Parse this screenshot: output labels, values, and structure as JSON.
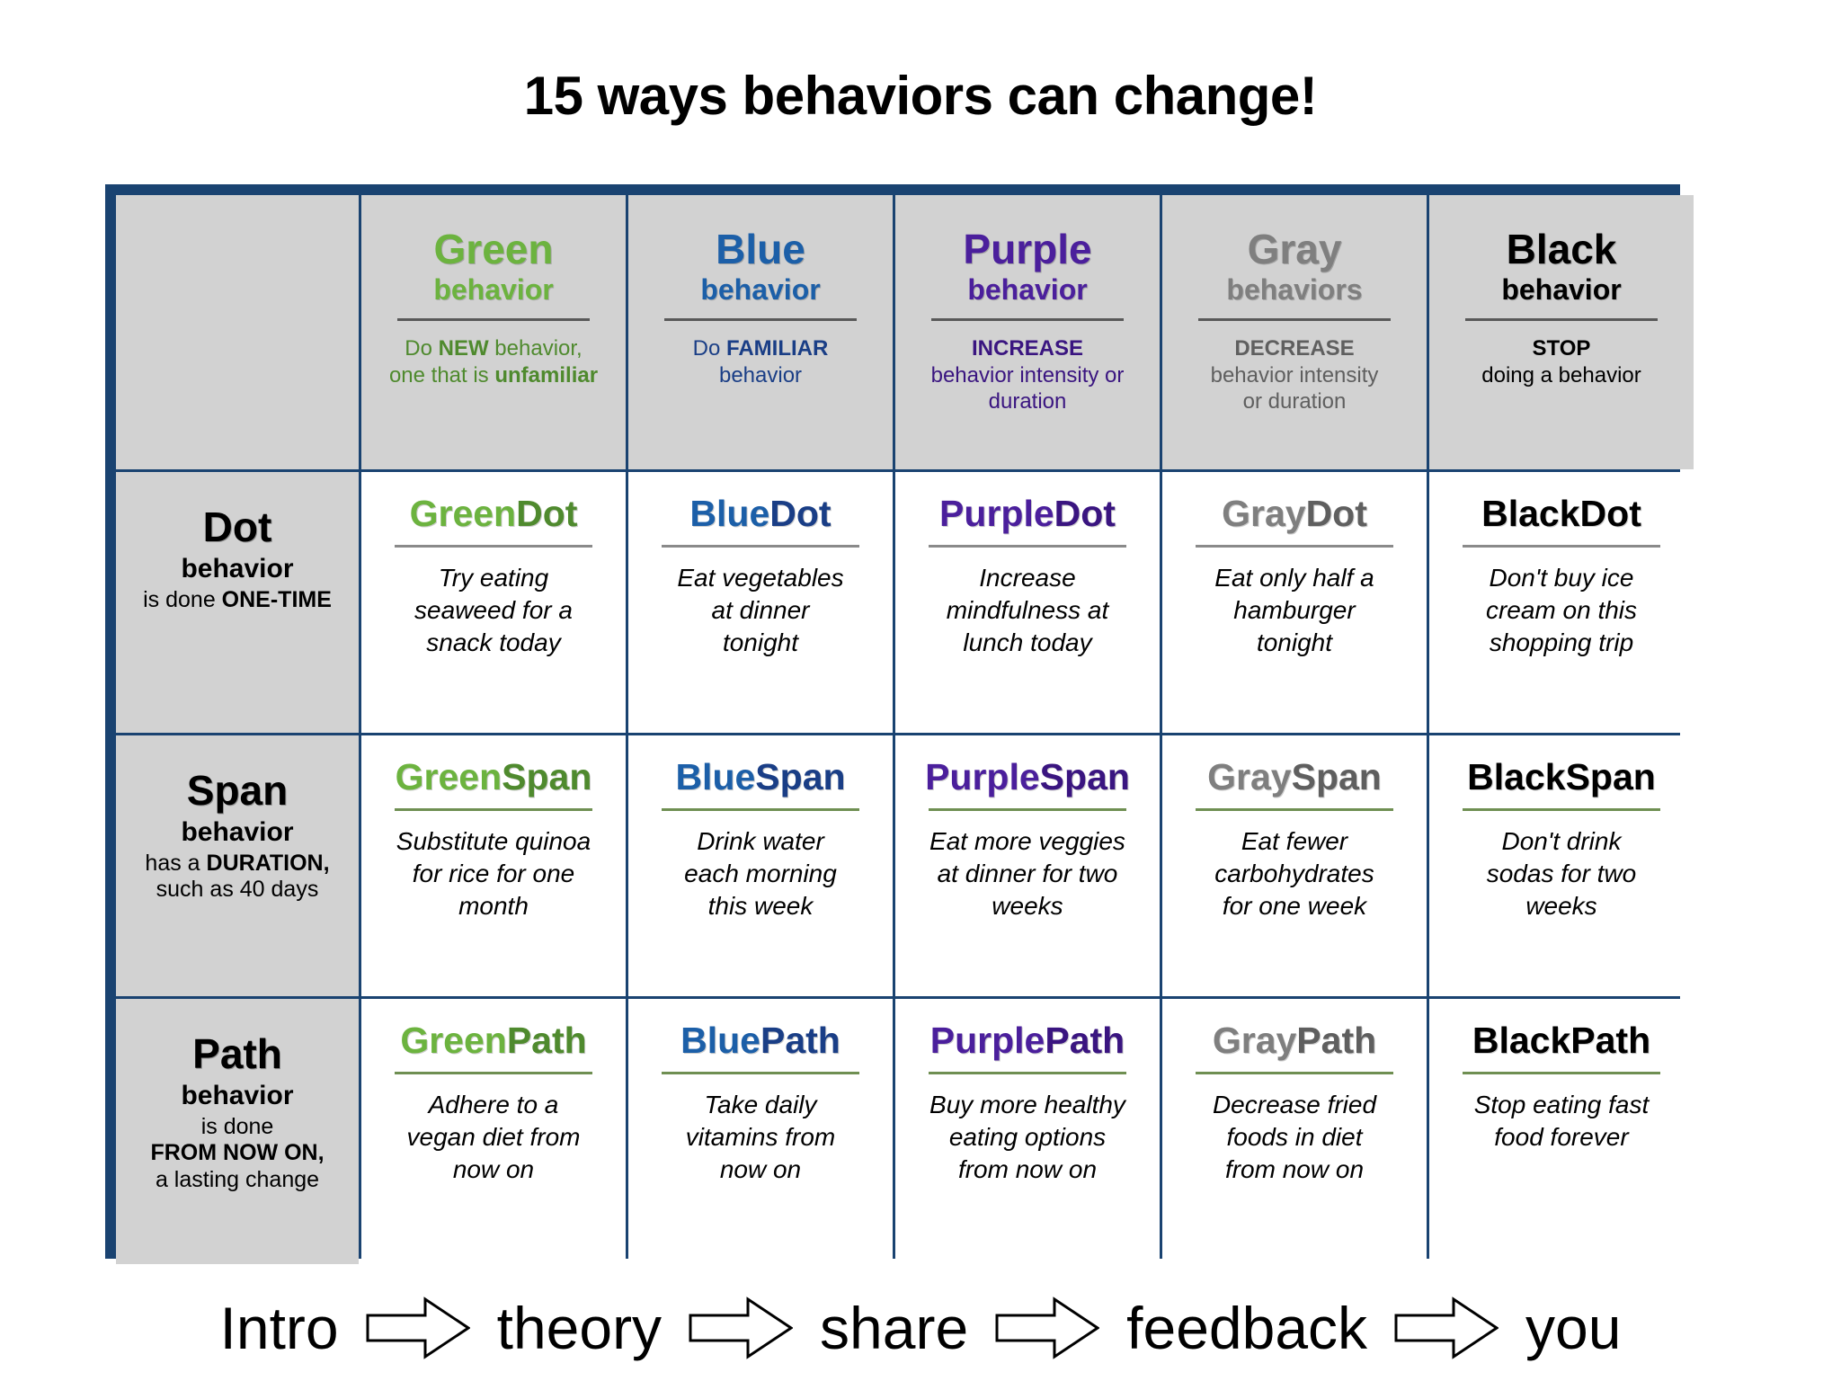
{
  "slide": {
    "title": "15 ways behaviors can change!"
  },
  "colors": {
    "green": "#6cb33f",
    "green_dark": "#4f8a2e",
    "blue": "#1c5fa8",
    "blue_dark": "#1a3e86",
    "purple": "#4b1f9c",
    "purple_dark": "#3a1580",
    "gray": "#7f7f7f",
    "gray_dark": "#5f5f5f",
    "black": "#000000",
    "frame": "#1a4371",
    "header_bg": "#d2d2d2",
    "cell_bg": "#ffffff"
  },
  "matrix": {
    "corner_cell": "",
    "columns": [
      {
        "key": "green",
        "color_word": "Green",
        "behavior_word": "behavior",
        "desc_line1_pre": "Do ",
        "desc_line1_bold": "NEW",
        "desc_line1_post": " behavior,",
        "desc_line2_pre": "one that is ",
        "desc_line2_bold": "unfamiliar",
        "desc_line2_post": "",
        "desc_line3": ""
      },
      {
        "key": "blue",
        "color_word": "Blue",
        "behavior_word": "behavior",
        "desc_line1_pre": "Do ",
        "desc_line1_bold": "FAMILIAR",
        "desc_line1_post": "",
        "desc_line2_pre": "behavior",
        "desc_line2_bold": "",
        "desc_line2_post": "",
        "desc_line3": ""
      },
      {
        "key": "purple",
        "color_word": "Purple",
        "behavior_word": "behavior",
        "desc_line1_pre": "",
        "desc_line1_bold": "INCREASE",
        "desc_line1_post": "",
        "desc_line2_pre": "behavior intensity or",
        "desc_line2_bold": "",
        "desc_line2_post": "",
        "desc_line3": "duration"
      },
      {
        "key": "gray",
        "color_word": "Gray",
        "behavior_word": "behaviors",
        "desc_line1_pre": "",
        "desc_line1_bold": "DECREASE",
        "desc_line1_post": "",
        "desc_line2_pre": "behavior intensity",
        "desc_line2_bold": "",
        "desc_line2_post": "",
        "desc_line3": "or duration"
      },
      {
        "key": "black",
        "color_word": "Black",
        "behavior_word": "behavior",
        "desc_line1_pre": "",
        "desc_line1_bold": "STOP",
        "desc_line1_post": "",
        "desc_line2_pre": "doing a behavior",
        "desc_line2_bold": "",
        "desc_line2_post": "",
        "desc_line3": ""
      }
    ],
    "rows": [
      {
        "key": "dot",
        "label_title": "Dot",
        "label_behavior": "behavior",
        "label_desc_line1_pre": "is done ",
        "label_desc_line1_bold": "ONE-TIME",
        "label_desc_line2": "",
        "label_desc_line3": "",
        "cells": [
          {
            "title_a": "Green",
            "title_b": "Dot",
            "body_line1": "Try eating",
            "body_line2": "seaweed for a",
            "body_line3": "snack today"
          },
          {
            "title_a": "Blue",
            "title_b": "Dot",
            "body_line1": "Eat vegetables",
            "body_line2": "at dinner",
            "body_line3": "tonight"
          },
          {
            "title_a": "Purple",
            "title_b": "Dot",
            "body_line1": "Increase",
            "body_line2": "mindfulness at",
            "body_line3": "lunch today"
          },
          {
            "title_a": "Gray",
            "title_b": "Dot",
            "body_line1": "Eat only half a",
            "body_line2": "hamburger",
            "body_line3": "tonight"
          },
          {
            "title_a": "Black",
            "title_b": "Dot",
            "body_line1": "Don't buy ice",
            "body_line2": "cream on this",
            "body_line3": "shopping trip"
          }
        ]
      },
      {
        "key": "span",
        "label_title": "Span",
        "label_behavior": "behavior",
        "label_desc_line1_pre": "has a ",
        "label_desc_line1_bold": "DURATION,",
        "label_desc_line2": "such as 40 days",
        "label_desc_line3": "",
        "cells": [
          {
            "title_a": "Green",
            "title_b": "Span",
            "body_line1": "Substitute quinoa",
            "body_line2": "for rice for one",
            "body_line3": "month"
          },
          {
            "title_a": "Blue",
            "title_b": "Span",
            "body_line1": "Drink water",
            "body_line2": "each morning",
            "body_line3": "this week"
          },
          {
            "title_a": "Purple",
            "title_b": "Span",
            "body_line1": "Eat more veggies",
            "body_line2": "at dinner for two",
            "body_line3": "weeks"
          },
          {
            "title_a": "Gray",
            "title_b": "Span",
            "body_line1": "Eat fewer",
            "body_line2": "carbohydrates",
            "body_line3": "for one week"
          },
          {
            "title_a": "Black",
            "title_b": "Span",
            "body_line1": "Don't drink",
            "body_line2": "sodas for two",
            "body_line3": "weeks"
          }
        ]
      },
      {
        "key": "path",
        "label_title": "Path",
        "label_behavior": "behavior",
        "label_desc_line1_pre": "is done",
        "label_desc_line1_bold": "",
        "label_desc_line2": "FROM NOW ON,",
        "label_desc_line3": "a lasting change",
        "cells": [
          {
            "title_a": "Green",
            "title_b": "Path",
            "body_line1": "Adhere to a",
            "body_line2": "vegan diet from",
            "body_line3": "now on"
          },
          {
            "title_a": "Blue",
            "title_b": "Path",
            "body_line1": "Take daily",
            "body_line2": "vitamins from",
            "body_line3": "now on"
          },
          {
            "title_a": "Purple",
            "title_b": "Path",
            "body_line1": "Buy more healthy",
            "body_line2": "eating options",
            "body_line3": "from now on"
          },
          {
            "title_a": "Gray",
            "title_b": "Path",
            "body_line1": "Decrease fried",
            "body_line2": "foods in diet",
            "body_line3": "from now on"
          },
          {
            "title_a": "Black",
            "title_b": "Path",
            "body_line1": "Stop eating fast",
            "body_line2": "food forever",
            "body_line3": ""
          }
        ]
      }
    ]
  },
  "nav": {
    "steps": [
      "Intro",
      "theory",
      "share",
      "feedback",
      "you"
    ],
    "arrow_icon": "right-arrow-icon"
  }
}
